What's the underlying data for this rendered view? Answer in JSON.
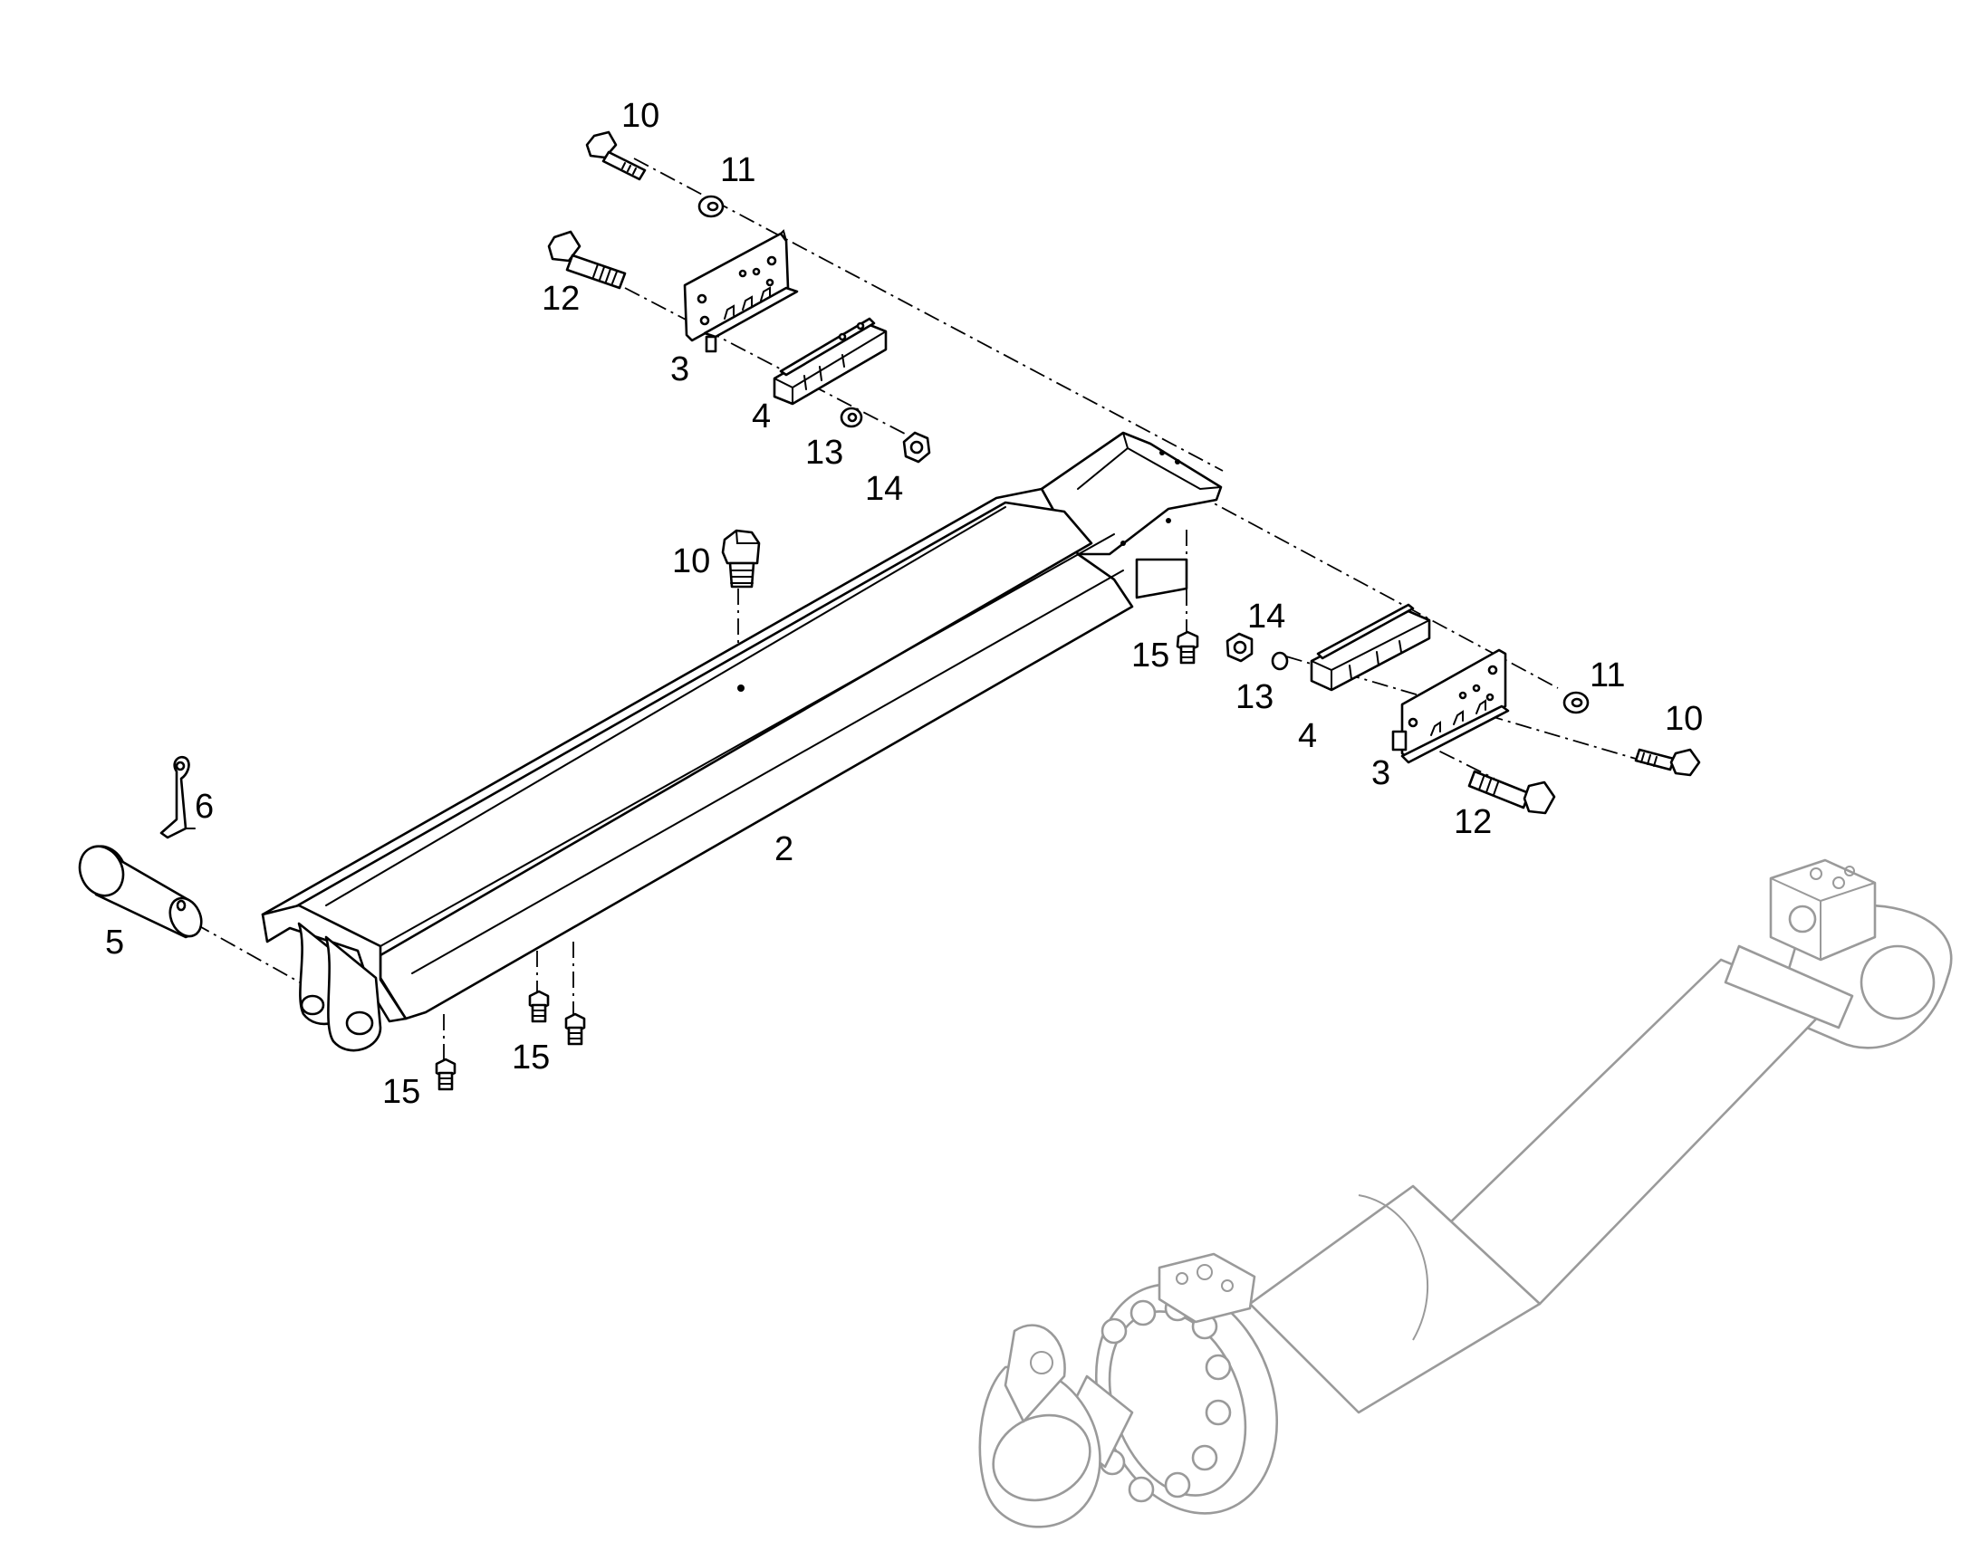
{
  "labels": {
    "top_bolt_10": "10",
    "top_washer_11": "11",
    "top_bolt_12": "12",
    "top_plate_3": "3",
    "top_block_4": "4",
    "top_washer_13": "13",
    "top_nut_14": "14",
    "center_bolt_10": "10",
    "right_screw_15": "15",
    "right_nut_14": "14",
    "right_washer_13": "13",
    "right_block_4": "4",
    "right_plate_3": "3",
    "right_washer_11": "11",
    "right_bolt_10": "10",
    "right_bolt_12": "12",
    "clip_6": "6",
    "pin_5": "5",
    "arm_2": "2",
    "bottom_screw_15a": "15",
    "bottom_screw_15b": "15"
  },
  "colors": {
    "line": "#000000",
    "background_part": "#9a9a9a",
    "page": "#ffffff"
  }
}
